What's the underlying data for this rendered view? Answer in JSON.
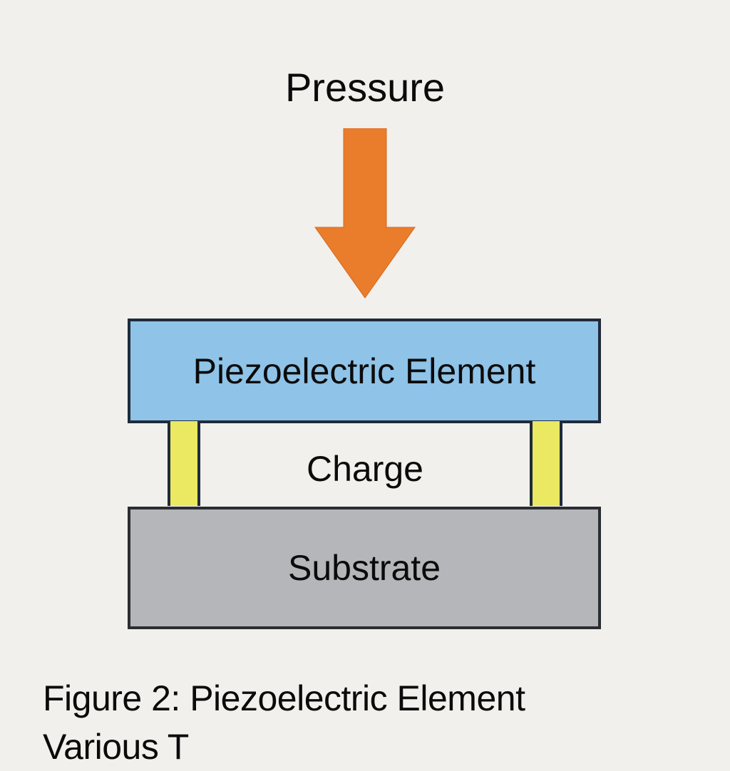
{
  "figure": {
    "pressure_label": "Pressure",
    "piezo_label": "Piezoelectric Element",
    "charge_label": "Charge",
    "substrate_label": "Substrate",
    "caption_line1": "Figure 2: Piezoelectric Element",
    "caption_line2": "Various T"
  },
  "colors": {
    "background": "#f1f0ec",
    "arrow": "#e97d2c",
    "piezo": "#8fc3e8",
    "electrode": "#ebe862",
    "substrate": "#b5b6b9",
    "outline": "#1f2b3a"
  },
  "icons": {
    "arrow": "down-arrow-icon"
  }
}
